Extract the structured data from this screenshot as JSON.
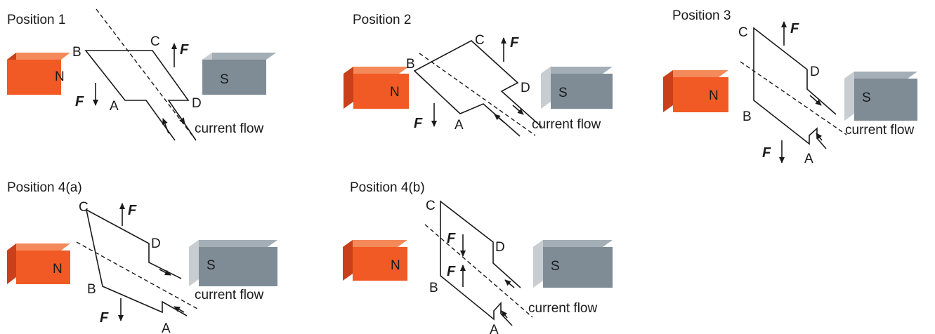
{
  "diagrams": [
    {
      "title": "Position 1",
      "north_label": "N",
      "south_label": "S",
      "corner_a": "A",
      "corner_b": "B",
      "corner_c": "C",
      "corner_d": "D",
      "force_symbol": "F",
      "current_label": "current flow"
    },
    {
      "title": "Position 2",
      "north_label": "N",
      "south_label": "S",
      "corner_a": "A",
      "corner_b": "B",
      "corner_c": "C",
      "corner_d": "D",
      "force_symbol": "F",
      "current_label": "current flow"
    },
    {
      "title": "Position 3",
      "north_label": "N",
      "south_label": "S",
      "corner_a": "A",
      "corner_b": "B",
      "corner_c": "C",
      "corner_d": "D",
      "force_symbol": "F",
      "current_label": "current flow"
    },
    {
      "title": "Position 4(a)",
      "north_label": "N",
      "south_label": "S",
      "corner_a": "A",
      "corner_b": "B",
      "corner_c": "C",
      "corner_d": "D",
      "force_symbol": "F",
      "current_label": "current flow"
    },
    {
      "title": "Position 4(b)",
      "north_label": "N",
      "south_label": "S",
      "corner_a": "A",
      "corner_b": "B",
      "corner_c": "C",
      "corner_d": "D",
      "force_symbol": "F",
      "current_label": "current flow"
    }
  ],
  "colors": {
    "north_front": "#f15a24",
    "north_top": "#f4895a",
    "north_side": "#c9401a",
    "south_front": "#7f8c96",
    "south_top": "#a3aeb6",
    "south_side": "#c8cdd1",
    "line": "#1a1a1a"
  }
}
